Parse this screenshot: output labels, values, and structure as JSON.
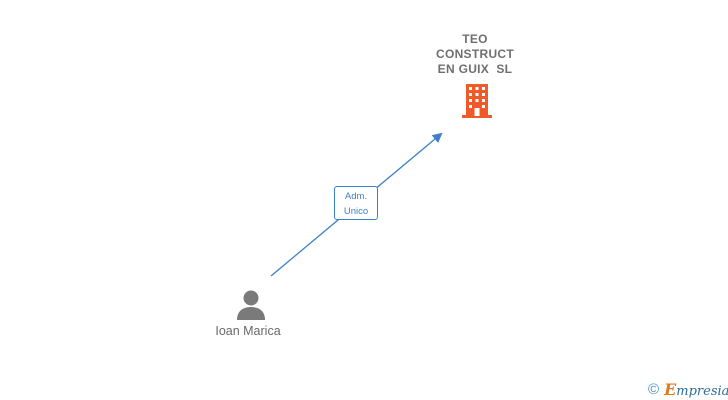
{
  "company": {
    "name_lines": [
      "TEO",
      "CONSTRUCT",
      "EN GUIX  SL"
    ],
    "icon": "building-icon",
    "icon_color": "#f05a28"
  },
  "relation": {
    "label_lines": [
      "Adm.",
      "Unico"
    ],
    "color": "#3d7fc9"
  },
  "person": {
    "name": "Ioan Marica",
    "icon": "person-icon",
    "icon_color": "#7a7a7a"
  },
  "brand": {
    "copyright_symbol": "©",
    "initial": "E",
    "rest": "mpresia"
  }
}
